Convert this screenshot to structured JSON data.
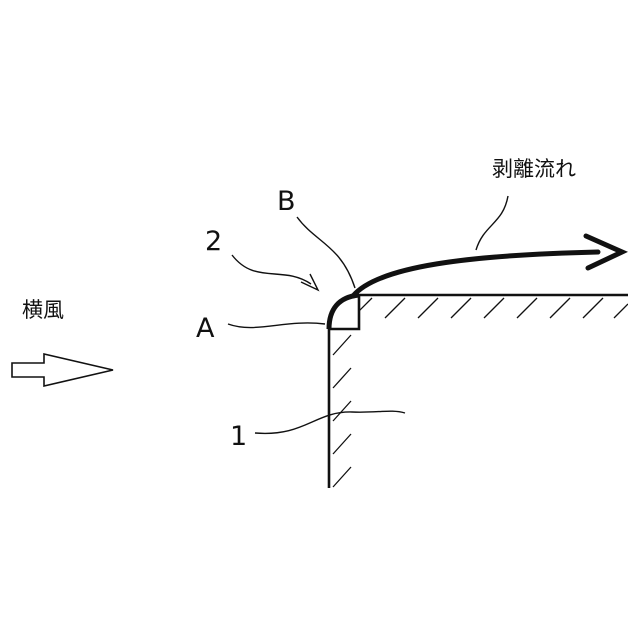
{
  "labels": {
    "crosswind": "横風",
    "separated_flow": "剥離流れ",
    "corner_point": "A",
    "round_point": "B",
    "rounded_member": "2",
    "structure": "1"
  },
  "colors": {
    "stroke": "#111111",
    "background": "#ffffff"
  }
}
